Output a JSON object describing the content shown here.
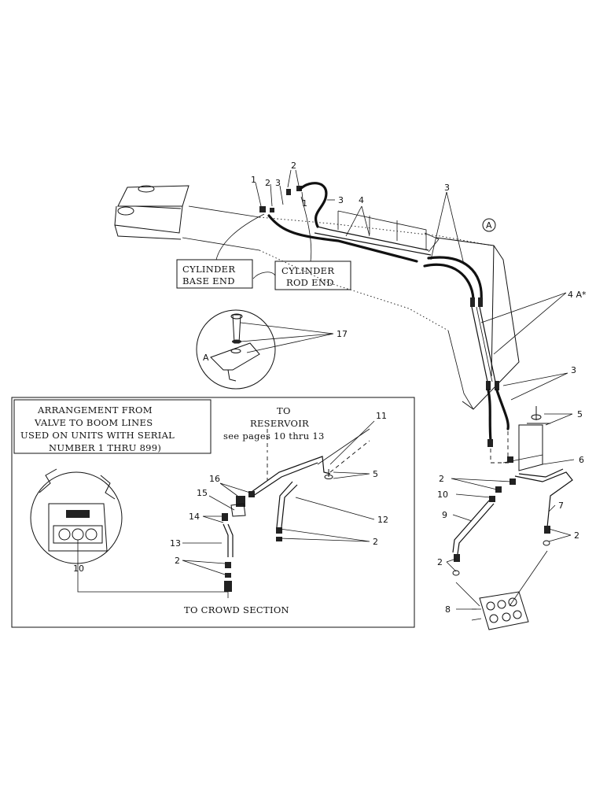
{
  "labels": {
    "cylinder_base_1": "CYLINDER",
    "cylinder_base_2": "BASE END",
    "cylinder_rod_1": "CYLINDER",
    "cylinder_rod_2": "ROD END",
    "circle_a": "A",
    "detail_a": "A",
    "to_reservoir_1": "TO",
    "to_reservoir_2": "RESERVOIR",
    "to_reservoir_3": "see pages 10 thru 13",
    "to_crowd": "TO CROWD SECTION",
    "arrangement": [
      "ARRANGEMENT FROM",
      "VALVE TO BOOM LINES",
      "USED ON UNITS WITH SERIAL",
      "NUMBER 1 THRU 899)"
    ]
  },
  "callouts": {
    "c1a": "1",
    "c1b": "1",
    "c2a": "2",
    "c2b": "2",
    "c3a": "3",
    "c3b": "3",
    "c3c": "3",
    "c3d": "3",
    "c4": "4",
    "c4a": "4 A*",
    "c17": "17",
    "c5a": "5",
    "c5b": "5",
    "c6": "6",
    "c2c": "2",
    "c10a": "10",
    "c7": "7",
    "c9": "9",
    "c2d": "2",
    "c2e": "2",
    "c8": "8",
    "c11": "11",
    "c16": "16",
    "c15": "15",
    "c12": "12",
    "c14": "14",
    "c2f": "2",
    "c13": "13",
    "c2g": "2",
    "c10b": "10"
  }
}
